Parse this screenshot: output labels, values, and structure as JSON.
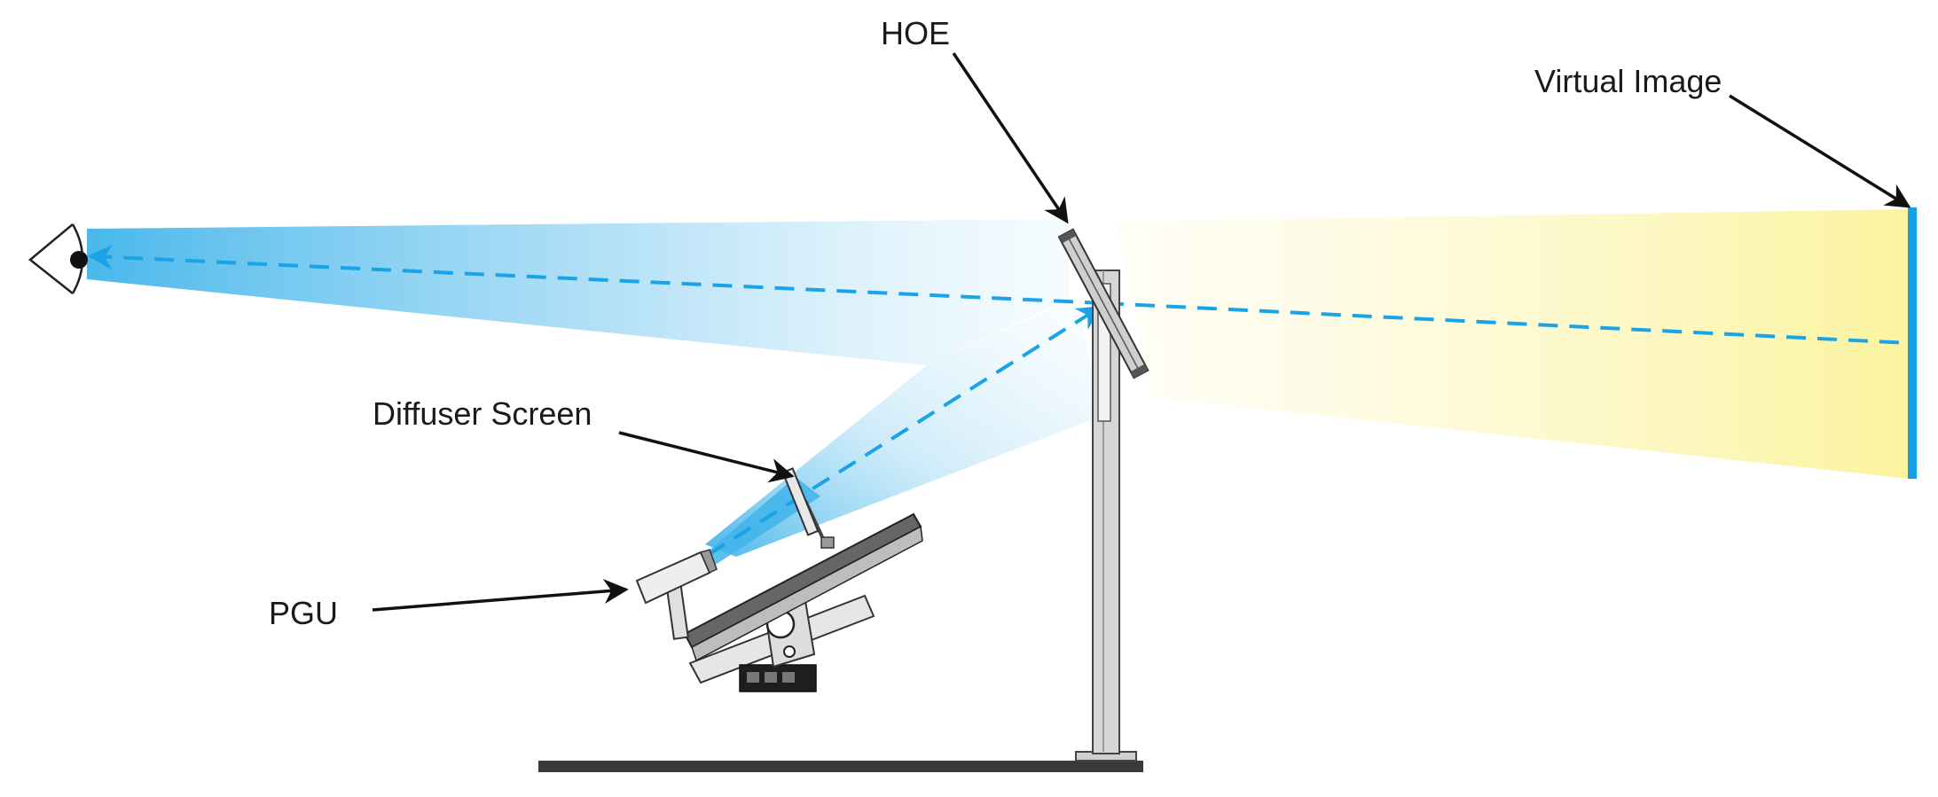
{
  "labels": {
    "hoe": "HOE",
    "virtual_image": "Virtual Image",
    "diffuser_screen": "Diffuser Screen",
    "pgu": "PGU"
  },
  "colors": {
    "beam_blue": "#3fb4ea",
    "beam_yellow": "#fbf39e",
    "ray_dash": "#1aa3e6",
    "virtual_image_bar": "#14a0e4",
    "annotation_arrow": "#111111",
    "hardware_fill": "#d9d9d9",
    "hardware_stroke": "#333333",
    "base_plate": "#3a3a3a"
  }
}
